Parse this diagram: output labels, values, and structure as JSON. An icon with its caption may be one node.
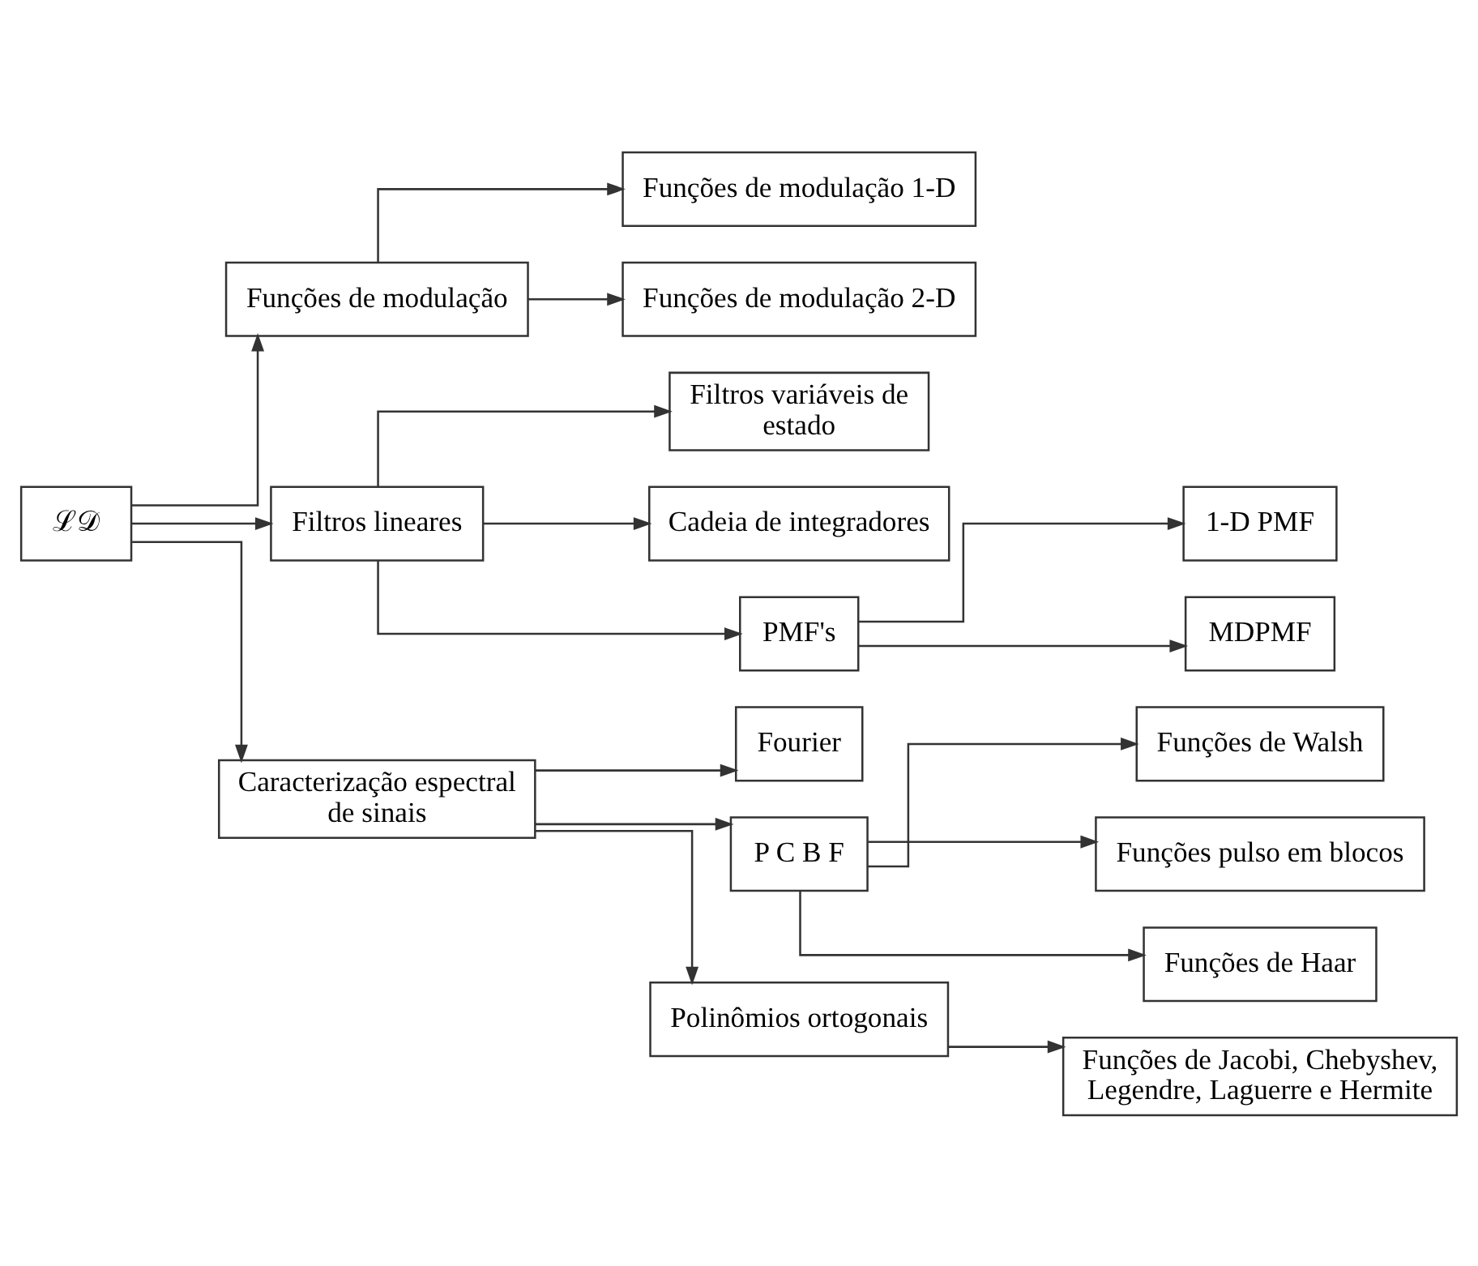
{
  "diagram": {
    "nodes": [
      {
        "text": [
          "ℒ𝒟"
        ]
      },
      {
        "text": [
          "Funções de modulação"
        ]
      },
      {
        "text": [
          "Funções de modulação 1-D"
        ]
      },
      {
        "text": [
          "Funções de modulação 2-D"
        ]
      },
      {
        "text": [
          "Filtros lineares"
        ]
      },
      {
        "text": [
          "Filtros variáveis de estado"
        ]
      },
      {
        "text": [
          "Cadeia de integradores"
        ]
      },
      {
        "text": [
          "PMF's"
        ]
      },
      {
        "text": [
          "1-D PMF"
        ]
      },
      {
        "text": [
          "MDPMF"
        ]
      },
      {
        "text": [
          "Caracterização espectral de sinais"
        ]
      },
      {
        "text": [
          "Fourier"
        ]
      },
      {
        "text": [
          "P C B F"
        ]
      },
      {
        "text": [
          "Polinômios ortogonais"
        ]
      },
      {
        "text": [
          "Funções de Walsh"
        ]
      },
      {
        "text": [
          "Funções pulso em blocos"
        ]
      },
      {
        "text": [
          "Funções de Haar"
        ]
      },
      {
        "text": [
          "Funções de Jacobi, Chebyshev, Legendre, Laguerre e Hermite"
        ]
      }
    ],
    "edges": [
      {
        "from": 0,
        "to": 1,
        "arrow": "to"
      },
      {
        "from": 0,
        "to": 4,
        "arrow": "to"
      },
      {
        "from": 0,
        "to": 10,
        "arrow": "to"
      },
      {
        "from": 1,
        "to": 2,
        "arrow": "to"
      },
      {
        "from": 1,
        "to": 3,
        "arrow": "to"
      },
      {
        "from": 4,
        "to": 5,
        "arrow": "to"
      },
      {
        "from": 4,
        "to": 6,
        "arrow": "to"
      },
      {
        "from": 4,
        "to": 7,
        "arrow": "to"
      },
      {
        "from": 7,
        "to": 8,
        "arrow": "to"
      },
      {
        "from": 7,
        "to": 9,
        "arrow": "to"
      },
      {
        "from": 10,
        "to": 11,
        "arrow": "to"
      },
      {
        "from": 10,
        "to": 12,
        "arrow": "to"
      },
      {
        "from": 10,
        "to": 13,
        "arrow": "to"
      },
      {
        "from": 12,
        "to": 14,
        "arrow": "to"
      },
      {
        "from": 12,
        "to": 15,
        "arrow": "to"
      },
      {
        "from": 12,
        "to": 16,
        "arrow": "to"
      },
      {
        "from": 13,
        "to": 17,
        "arrow": "to"
      }
    ]
  }
}
